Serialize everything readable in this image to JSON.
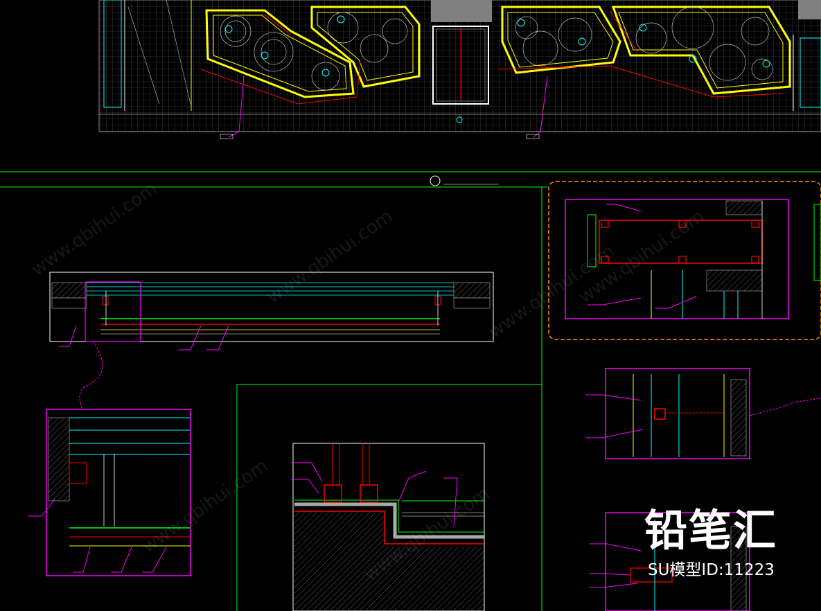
{
  "colors": {
    "background": "#000000",
    "grid": "#5a5a5a",
    "yellow": "#ffff00",
    "magenta": "#ff00ff",
    "red": "#ff0000",
    "green": "#00ff00",
    "cyan": "#00ffff",
    "orange": "#ff8c00",
    "white": "#ffffff",
    "gray_block": "#808080"
  },
  "icons": [
    "tree-symbol-icon",
    "scale-dot-icon"
  ],
  "watermark": {
    "brand": "铅笔汇",
    "model_id": "SU模型ID:11223",
    "url": "www.qbihui.com"
  }
}
